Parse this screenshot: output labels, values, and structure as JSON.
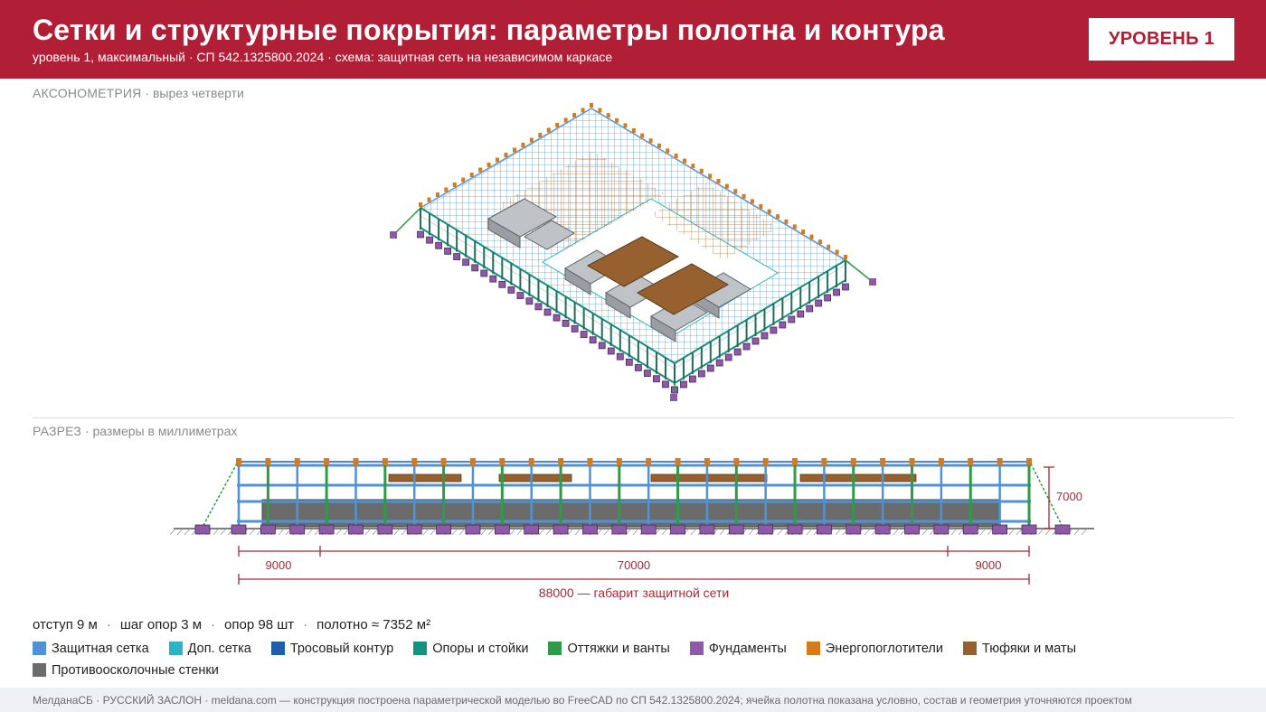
{
  "header": {
    "title": "Сетки и структурные покрытия: параметры полотна и контура",
    "subtitle": "уровень 1, максимальный · СП 542.1325800.2024 · схема: защитная сеть на независимом каркасе",
    "badge": "УРОВЕНЬ 1"
  },
  "axonometry": {
    "label_caps": "АКСОНОМЕТРИЯ",
    "label_rest": " · вырез четверти"
  },
  "section_view": {
    "label_caps": "РАЗРЕЗ",
    "label_rest": " · размеры в миллиметрах",
    "dim_height": "7000",
    "dim_left": "9000",
    "dim_center": "70000",
    "dim_right": "9000",
    "dim_total": "88000 — габарит защитной сети"
  },
  "stats": {
    "offset": "отступ 9 м",
    "pitch": "шаг опор 3 м",
    "supports": "опор 98 шт",
    "area": "полотно ≈ 7352 м²"
  },
  "legend": [
    {
      "label": "Защитная сетка",
      "color": "#4f93d6"
    },
    {
      "label": "Доп. сетка",
      "color": "#2bb3c6"
    },
    {
      "label": "Тросовый контур",
      "color": "#1f5fa8"
    },
    {
      "label": "Опоры и стойки",
      "color": "#16917f"
    },
    {
      "label": "Оттяжки и ванты",
      "color": "#2f9a48"
    },
    {
      "label": "Фундаменты",
      "color": "#8e5aa8"
    },
    {
      "label": "Энергопоглотители",
      "color": "#d67a1e"
    },
    {
      "label": "Тюфяки и маты",
      "color": "#96612e"
    },
    {
      "label": "Противоосколочные стенки",
      "color": "#6b6b6b"
    }
  ],
  "footer": {
    "text": "МелданаСБ · РУССКИЙ ЗАСЛОН · meldana.com — конструкция построена параметрической моделью во FreeCAD по СП 542.1325800.2024; ячейка полотна показана условно, состав и геометрия уточняются проектом"
  }
}
